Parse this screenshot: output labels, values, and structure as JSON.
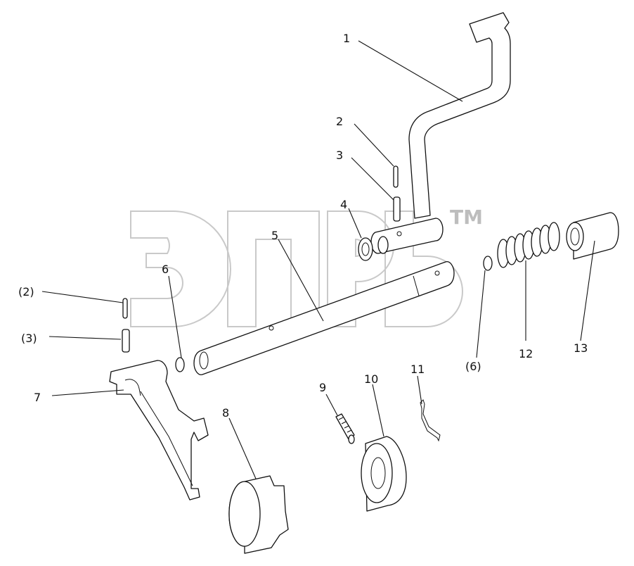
{
  "watermark": {
    "trademark": "TM"
  },
  "callouts": [
    {
      "id": "c1",
      "label": "1"
    },
    {
      "id": "c2",
      "label": "2"
    },
    {
      "id": "c3",
      "label": "3"
    },
    {
      "id": "c4",
      "label": "4"
    },
    {
      "id": "c5",
      "label": "5"
    },
    {
      "id": "c6",
      "label": "6"
    },
    {
      "id": "c2b",
      "label": "(2)"
    },
    {
      "id": "c3b",
      "label": "(3)"
    },
    {
      "id": "c7",
      "label": "7"
    },
    {
      "id": "c8",
      "label": "8"
    },
    {
      "id": "c9",
      "label": "9"
    },
    {
      "id": "c10",
      "label": "10"
    },
    {
      "id": "c11",
      "label": "11"
    },
    {
      "id": "c6b",
      "label": "(6)"
    },
    {
      "id": "c12",
      "label": "12"
    },
    {
      "id": "c13",
      "label": "13"
    }
  ]
}
